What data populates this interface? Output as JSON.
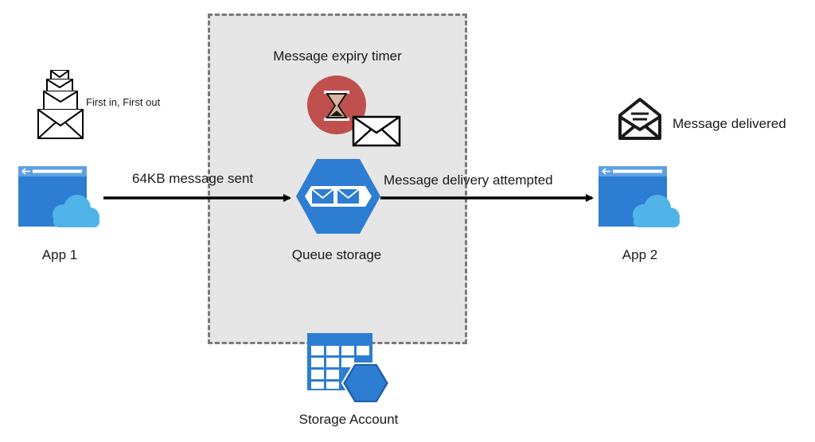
{
  "labels": {
    "expiry_timer": "Message expiry timer",
    "fifo": "First in, First out",
    "message_sent": "64KB message sent",
    "delivery_attempted": "Message delivery attempted",
    "message_delivered": "Message delivered",
    "app1": "App 1",
    "app2": "App 2",
    "queue_storage": "Queue storage",
    "storage_account": "Storage Account"
  },
  "icons": {
    "app": "web-app-icon",
    "queue": "queue-storage-icon",
    "storage": "storage-account-icon",
    "timer": "hourglass-icon",
    "envelope": "envelope-icon",
    "open_envelope": "open-envelope-icon",
    "stack": "envelope-stack-icon"
  },
  "colors": {
    "azure_blue": "#2d7dd2",
    "azure_dark": "#1f5ea8",
    "timer_red": "#c0504d",
    "box_fill": "#e6e6e6",
    "box_border": "#7a7a7a"
  }
}
